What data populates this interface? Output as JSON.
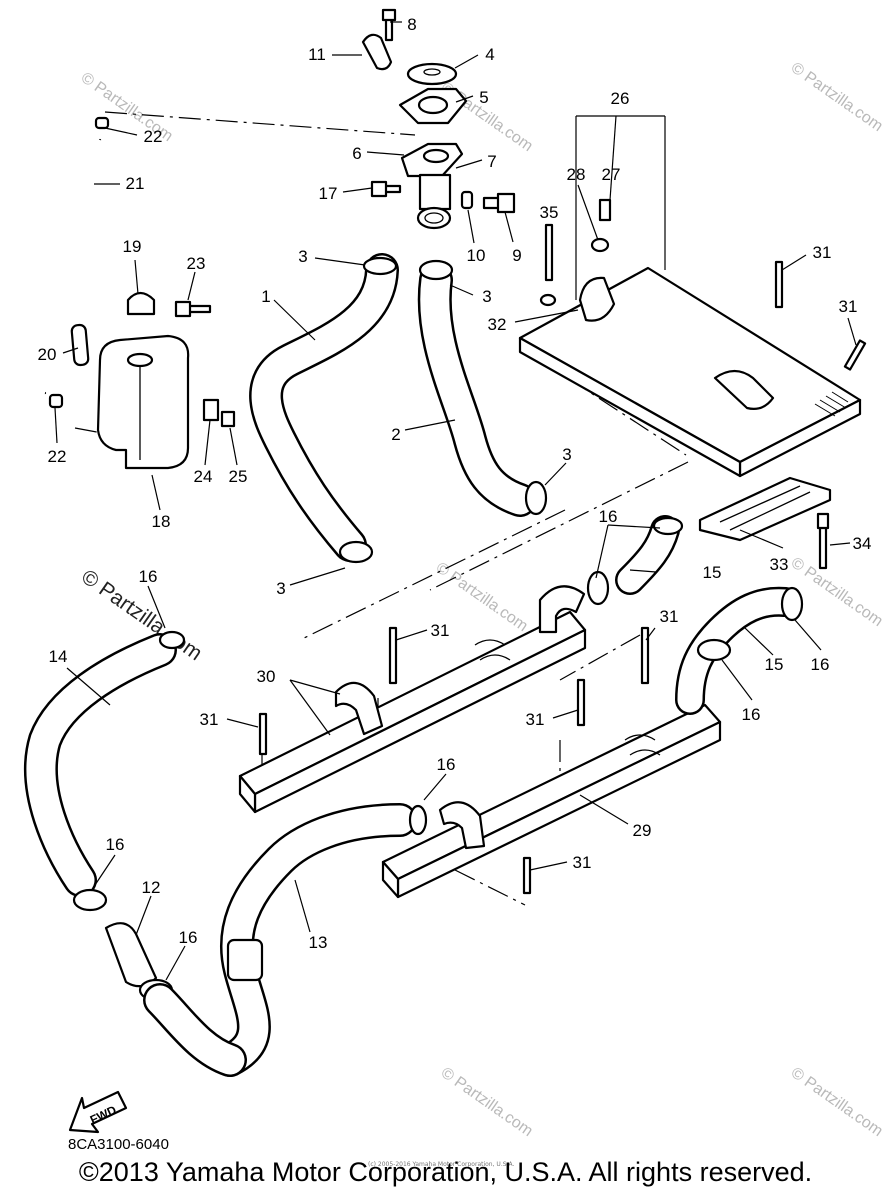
{
  "diagram": {
    "drawing_code": "8CA3100-6040",
    "copyright": "©2013 Yamaha Motor Corporation, U.S.A. All rights reserved.",
    "tiny_notice": "(c) 2005-2016 Yamaha Motor Corporation, U.S.A.",
    "watermark": "© Partzilla.com",
    "forward_label": "FWD",
    "callouts": {
      "c1": "1",
      "c2": "2",
      "c3a": "3",
      "c3b": "3",
      "c3c": "3",
      "c3d": "3",
      "c4": "4",
      "c5": "5",
      "c6": "6",
      "c7": "7",
      "c8": "8",
      "c9": "9",
      "c10": "10",
      "c11": "11",
      "c12": "12",
      "c13": "13",
      "c14": "14",
      "c15a": "15",
      "c15b": "15",
      "c16a": "16",
      "c16b": "16",
      "c16c": "16",
      "c16d": "16",
      "c16e": "16",
      "c16f": "16",
      "c16g": "16",
      "c17": "17",
      "c18": "18",
      "c19": "19",
      "c20": "20",
      "c21": "21",
      "c22a": "22",
      "c22b": "22",
      "c23": "23",
      "c24": "24",
      "c25": "25",
      "c26": "26",
      "c27": "27",
      "c28": "28",
      "c29": "29",
      "c30": "30",
      "c31a": "31",
      "c31b": "31",
      "c31c": "31",
      "c31d": "31",
      "c31e": "31",
      "c31f": "31",
      "c31g": "31",
      "c32": "32",
      "c33": "33",
      "c34": "34",
      "c35": "35"
    }
  }
}
